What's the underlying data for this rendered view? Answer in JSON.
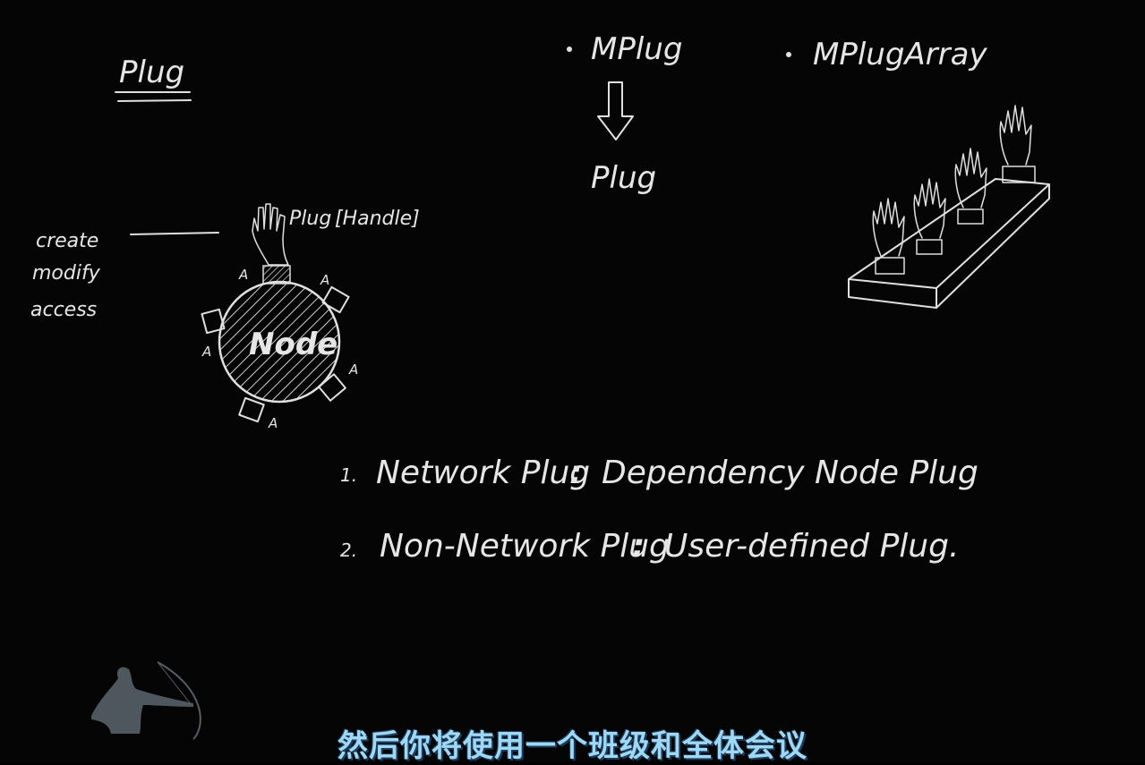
{
  "board": {
    "heading": "Plug",
    "verbs": [
      "create",
      "modify",
      "access"
    ],
    "hand_label": "Plug",
    "handle_label": "[Handle]",
    "node_label": "Node",
    "attr_marker": "A",
    "mplug": "MPlug",
    "mplug_target": "Plug",
    "mplugarray": "MPlugArray",
    "items": [
      {
        "number": "1.",
        "left": "Network Plug",
        "sep": ":",
        "right": "Dependency Node Plug"
      },
      {
        "number": "2.",
        "left": "Non-Network Plug",
        "sep": ":",
        "right": "User-defined Plug."
      }
    ]
  },
  "subtitle": "然后你将使用一个班级和全体会议",
  "colors": {
    "background": "#050505",
    "chalk": "#e6e6e6",
    "subtitle": "#9fd8f5"
  }
}
